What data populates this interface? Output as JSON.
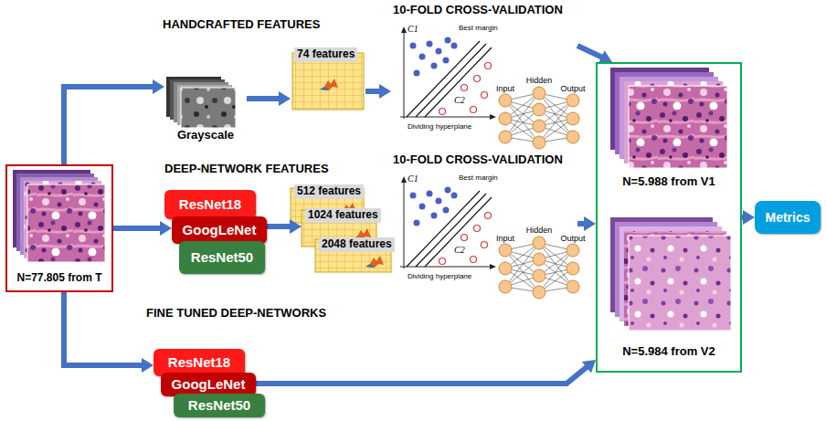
{
  "diagram": {
    "nodes": [
      {
        "text": [
          "N=77.805 from T"
        ]
      },
      {
        "text": [
          "Grayscale"
        ]
      },
      {
        "text": [
          "74 features"
        ]
      },
      {
        "text": [
          "10-FOLD CROSS-VALIDATION"
        ]
      },
      {
        "text": [
          "ResNet18"
        ]
      },
      {
        "text": [
          "GoogLeNet"
        ]
      },
      {
        "text": [
          "ResNet50"
        ]
      },
      {
        "text": [
          "512 features"
        ]
      },
      {
        "text": [
          "1024 features"
        ]
      },
      {
        "text": [
          "2048 features"
        ]
      },
      {
        "text": [
          "10-FOLD CROSS-VALIDATION"
        ]
      },
      {
        "text": [
          "ResNet18"
        ]
      },
      {
        "text": [
          "GoogLeNet"
        ]
      },
      {
        "text": [
          "ResNet50"
        ]
      },
      {
        "text": [
          "N=5.988 from V1",
          "N=5.984 from V2"
        ]
      },
      {
        "text": [
          "Metrics"
        ]
      }
    ],
    "edges": [
      {
        "from": 0,
        "to": 1,
        "arrow": "to"
      },
      {
        "from": 1,
        "to": 2,
        "arrow": "to"
      },
      {
        "from": 2,
        "to": 3,
        "arrow": "to"
      },
      {
        "from": 3,
        "to": 14,
        "arrow": "to"
      },
      {
        "from": 0,
        "to": 5,
        "arrow": "to"
      },
      {
        "from": 5,
        "to": 8,
        "arrow": "to"
      },
      {
        "from": 10,
        "to": 14,
        "arrow": "to"
      },
      {
        "from": 0,
        "to": 11,
        "arrow": "to"
      },
      {
        "from": 12,
        "to": 14,
        "arrow": "to"
      },
      {
        "from": 14,
        "to": 15,
        "arrow": "to"
      }
    ],
    "labels": [
      "HANDCRAFTED FEATURES",
      "C1",
      "C2",
      "Best margin",
      "Dividing hyperplane",
      "Input",
      "Hidden",
      "Output",
      "DEEP-NETWORK FEATURES",
      "C1",
      "C2",
      "Best margin",
      "Dividing hyperplane",
      "Input",
      "Hidden",
      "Output",
      "FINE TUNED DEEP-NETWORKS"
    ]
  }
}
